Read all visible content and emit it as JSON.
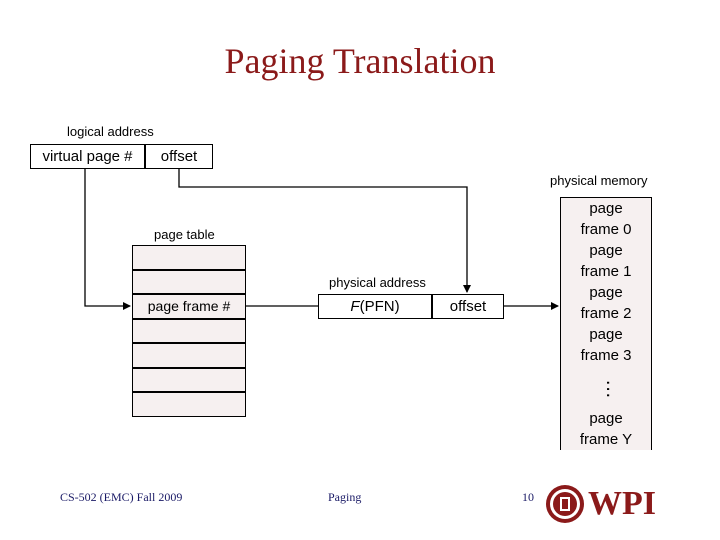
{
  "title": "Paging Translation",
  "logical_address": {
    "label": "logical address",
    "virtual_page": "virtual page #",
    "offset": "offset"
  },
  "page_table": {
    "label": "page table",
    "entry": "page frame #"
  },
  "physical_address": {
    "label": "physical address",
    "f_prefix": "F",
    "f_suffix": "(PFN)",
    "offset": "offset"
  },
  "physical_memory": {
    "label": "physical memory",
    "frames": [
      {
        "line1": "page",
        "line2": "frame 0"
      },
      {
        "line1": "page",
        "line2": "frame 1"
      },
      {
        "line1": "page",
        "line2": "frame 2"
      },
      {
        "line1": "page",
        "line2": "frame 3"
      }
    ],
    "ellipsis": "…",
    "last_frame": {
      "line1": "page",
      "line2": "frame Y"
    }
  },
  "footer": {
    "course": "CS-502 (EMC) Fall 2009",
    "topic": "Paging",
    "page_number": "10",
    "logo_text": "WPI"
  }
}
